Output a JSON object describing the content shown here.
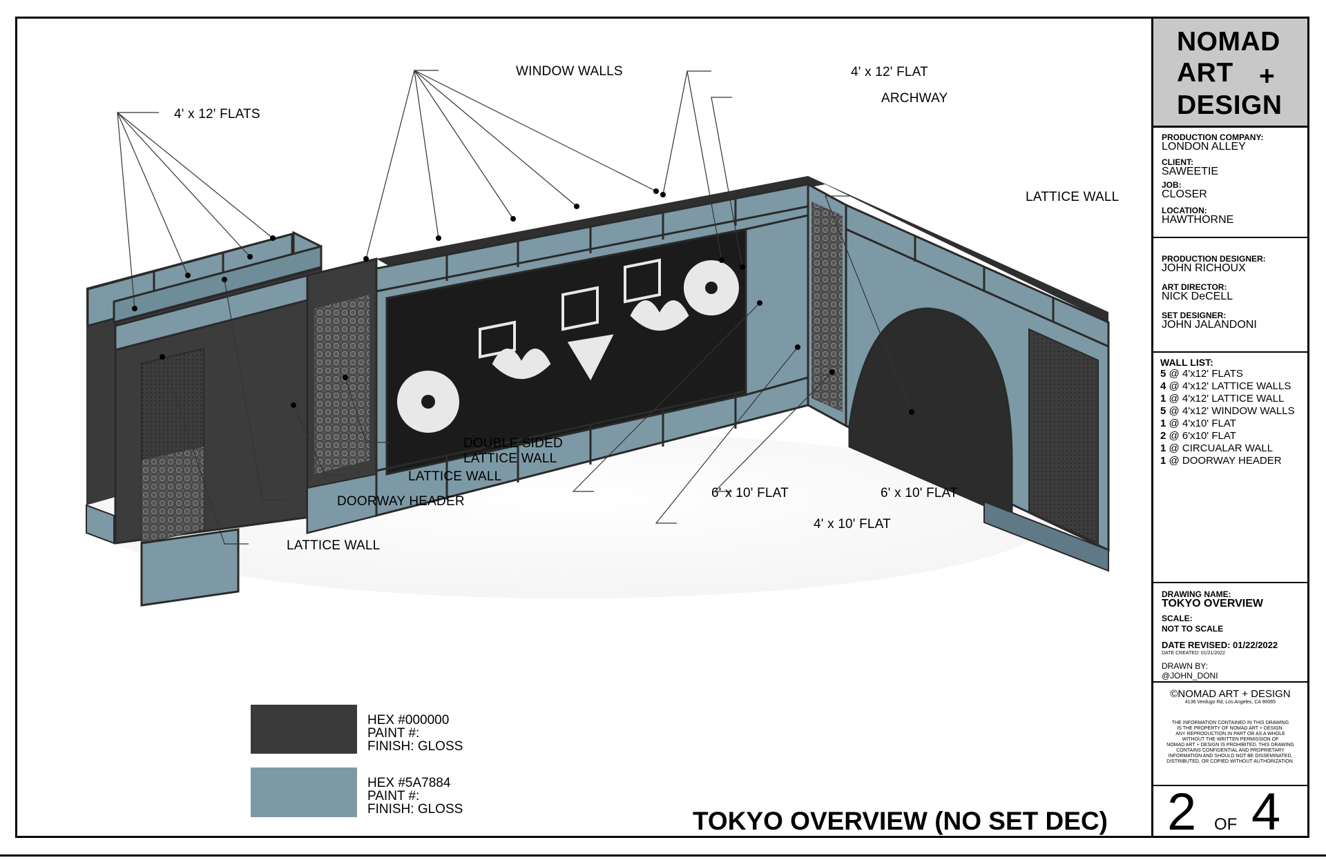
{
  "callouts": {
    "flats_4x12": "4' x 12' FLATS",
    "window_walls": "WINDOW WALLS",
    "flat_4x12_single": "4' x 12' FLAT",
    "archway": "ARCHWAY",
    "lattice_wall_right": "LATTICE WALL",
    "double_sided_1": "DOUBLE SIDED",
    "double_sided_2": "LATTICE WALL",
    "lattice_wall_mid": "LATTICE WALL",
    "doorway_header": "DOORWAY HEADER",
    "lattice_wall_left": "LATTICE WALL",
    "flat_6x10_a": "6' x 10' FLAT",
    "flat_6x10_b": "6' x 10' FLAT",
    "flat_4x10": "4' x 10' FLAT"
  },
  "swatches": [
    {
      "hex_label": "HEX #000000",
      "paint": "PAINT #:",
      "finish": "FINISH: GLOSS",
      "color": "#3a3a3a"
    },
    {
      "hex_label": "HEX #5A7884",
      "paint": "PAINT #:",
      "finish": "FINISH: GLOSS",
      "color": "#7d99a6"
    }
  ],
  "sheet_title": "TOKYO OVERVIEW (NO SET DEC)",
  "title_block": {
    "logo": {
      "line1": "NOMAD",
      "line2": "ART",
      "plus": "+",
      "line3": "DESIGN"
    },
    "production_company_label": "PRODUCTION COMPANY:",
    "production_company": "LONDON ALLEY",
    "client_label": "CLIENT:",
    "client": "SAWEETIE",
    "job_label": "JOB:",
    "job": "CLOSER",
    "location_label": "LOCATION:",
    "location": "HAWTHORNE",
    "production_designer_label": "PRODUCTION DESIGNER:",
    "production_designer": "JOHN RICHOUX",
    "art_director_label": "ART DIRECTOR:",
    "art_director": "NICK DeCELL",
    "set_designer_label": "SET DESIGNER:",
    "set_designer": "JOHN JALANDONI",
    "wall_list_label": "WALL LIST:",
    "wall_list": [
      {
        "qty": "5",
        "desc": "@ 4'x12' FLATS"
      },
      {
        "qty": "4",
        "desc": "@ 4'x12' LATTICE WALLS"
      },
      {
        "qty": "1",
        "desc": "@ 4'x12' LATTICE WALL"
      },
      {
        "qty": "5",
        "desc": "@ 4'x12' WINDOW WALLS"
      },
      {
        "qty": "1",
        "desc": "@ 4'x10' FLAT"
      },
      {
        "qty": "2",
        "desc": "@ 6'x10' FLAT"
      },
      {
        "qty": "1",
        "desc": "@ CIRCUALAR WALL"
      },
      {
        "qty": "1",
        "desc": "@ DOORWAY HEADER"
      }
    ],
    "drawing_name_label": "DRAWING NAME:",
    "drawing_name": "TOKYO OVERVIEW",
    "scale_label": "SCALE:",
    "scale": "NOT TO SCALE",
    "date_revised": "DATE REVISED: 01/22/2022",
    "date_created": "DATE CREATED: 01/21/2022",
    "drawn_by_label": "DRAWN BY:",
    "drawn_by": "@JOHN_DONI",
    "copyright": "©NOMAD ART + DESIGN",
    "address": "4136 Verdugo Rd, Los Angeles, CA 90065",
    "disclaimer": [
      "THE INFORMATION CONTAINED IN THIS DRAWING",
      "IS THE PROPERTY OF NOMAD ART + DESIGN.",
      "ANY REPRODUCTION IN PART OR AS A WHOLE",
      "WITHOUT THE WRITTEN PERMISSION OF",
      "NOMAD ART + DESIGN IS PROHIBITED. THIS DRAWING",
      "CONTAINS CONFIDENTIAL AND PROPRIETARY",
      "INFORMATION AND SHOULD NOT BE DISSEMINATED,",
      "DISTRIBUTED, OR COPIED WITHOUT AUTHORIZATION."
    ],
    "sheet_number": "2",
    "sheet_of": "OF",
    "sheet_total": "4"
  }
}
